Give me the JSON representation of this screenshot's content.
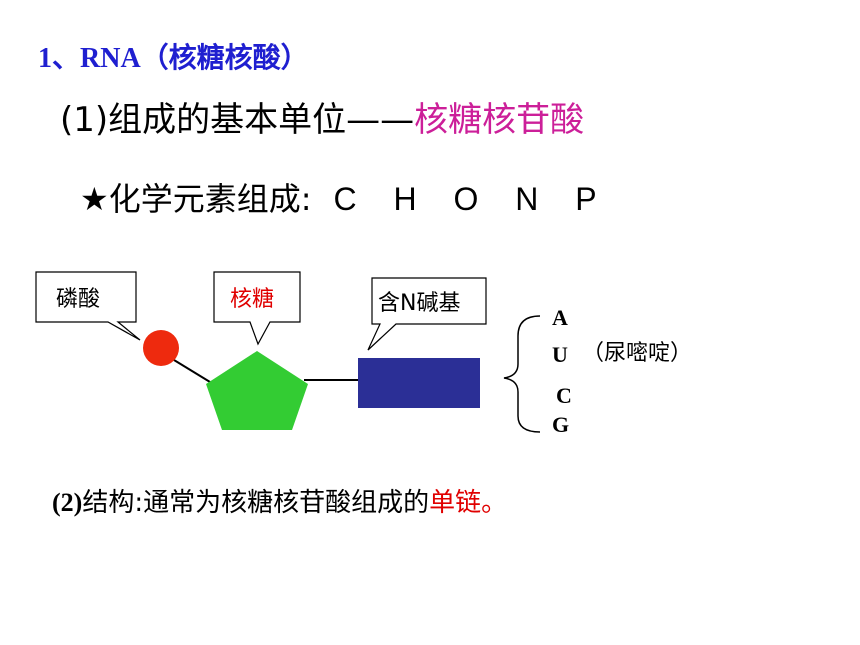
{
  "title": "1、RNA（核糖核酸）",
  "unit": {
    "prefix": "(1)组成的基本单位——",
    "highlight": "核糖核苷酸"
  },
  "elements": {
    "label": "★化学元素组成:",
    "symbols": "C H O N P"
  },
  "diagram": {
    "phosphate_label": "磷酸",
    "ribose_label": "核糖",
    "base_label": "含N碱基",
    "bases": [
      "A",
      "U",
      "C",
      "G"
    ],
    "u_note": "（尿嘧啶）",
    "colors": {
      "phosphate": "#ee2a0e",
      "ribose": "#33cc33",
      "base": "#2b2f96",
      "ribose_text": "#e00000"
    }
  },
  "structure": {
    "lead": "(2)",
    "text": "结构:通常为核糖核苷酸组成的",
    "highlight": "单链。"
  }
}
